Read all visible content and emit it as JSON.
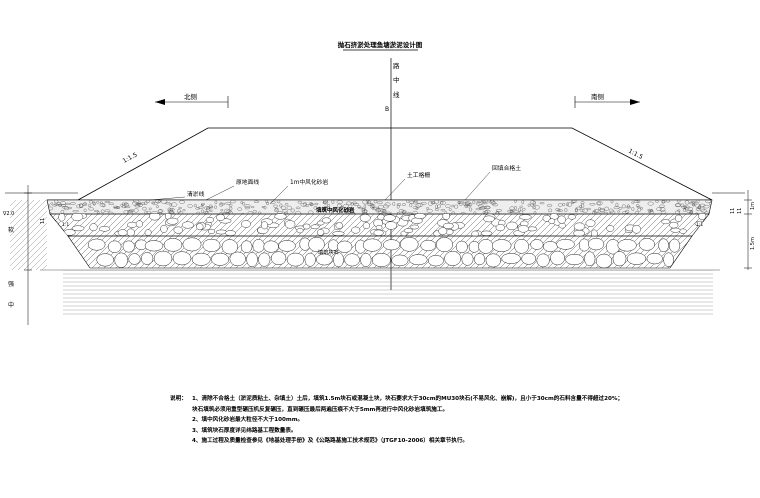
{
  "title": "抛石挤淤处理鱼塘淤泥设计图",
  "center_label": [
    "路",
    "中",
    "线"
  ],
  "center_mark": "B",
  "north": "北侧",
  "south": "南侧",
  "slope_left": "1:1.5",
  "slope_right": "1:1.5",
  "labels": {
    "original_ground": "原地面线",
    "sand_1m": "1m中风化砂岩",
    "geogrid": "土工格栅",
    "backfill": "回填合格土",
    "drain": "清淤线",
    "fill_sand": "填筑中风化砂岩",
    "rock_fill": "填筑块石"
  },
  "dims": {
    "right_top": "1m",
    "right_bottom": "1.5m",
    "right_side_a": "11",
    "right_side_b": "11",
    "left_side": "11",
    "left_elev": "∇2.0",
    "slope_left_small": "1:1",
    "slope_right_small": "1:1"
  },
  "soil_layers": [
    "软",
    "强",
    "中"
  ],
  "notes": {
    "prefix": "说明：",
    "items": [
      "1、清除不合格土（淤泥质粘土、杂填土）土后，填筑1.5m块石或混凝土块，块石要求大于30cm的MU30块石(不易风化、崩解)，且小于30cm的石料含量不得超过20%；",
      "块石填筑必须用重型碾压机反复碾压，直到碾压最后两遍压痕不大于5mm再进行中风化砂岩填筑施工。",
      "2、填中风化砂岩最大粒径不大于100mm。",
      "3、填筑块石厚度详见纬路基工程数量表。",
      "4、施工过程及质量检查参见《地基处理手册》及《公路路基施工技术规范》（JTGF10-2006）相关章节执行。"
    ]
  }
}
